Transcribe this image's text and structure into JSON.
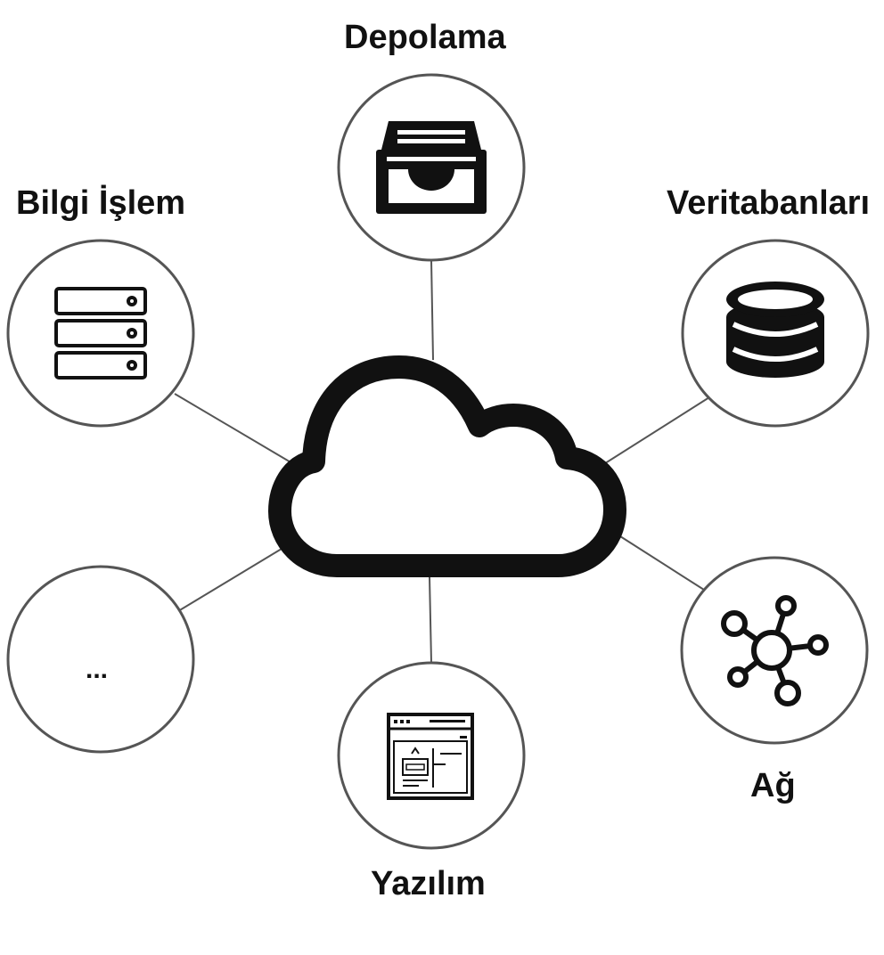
{
  "diagram": {
    "nodes": {
      "depolama": {
        "label": "Depolama",
        "icon": "storage-tray-icon"
      },
      "bilgi_islem": {
        "label": "Bilgi İşlem",
        "icon": "server-rack-icon"
      },
      "veritabanlari": {
        "label": "Veritabanları",
        "icon": "database-icon"
      },
      "ag": {
        "label": "Ağ",
        "icon": "network-hub-icon"
      },
      "yazilim": {
        "label": "Yazılım",
        "icon": "software-window-icon"
      },
      "more": {
        "label": "..."
      }
    },
    "center": {
      "icon": "cloud-icon"
    },
    "colors": {
      "stroke": "#111111",
      "circle": "#555555",
      "connector": "#555555",
      "background": "#ffffff"
    }
  }
}
